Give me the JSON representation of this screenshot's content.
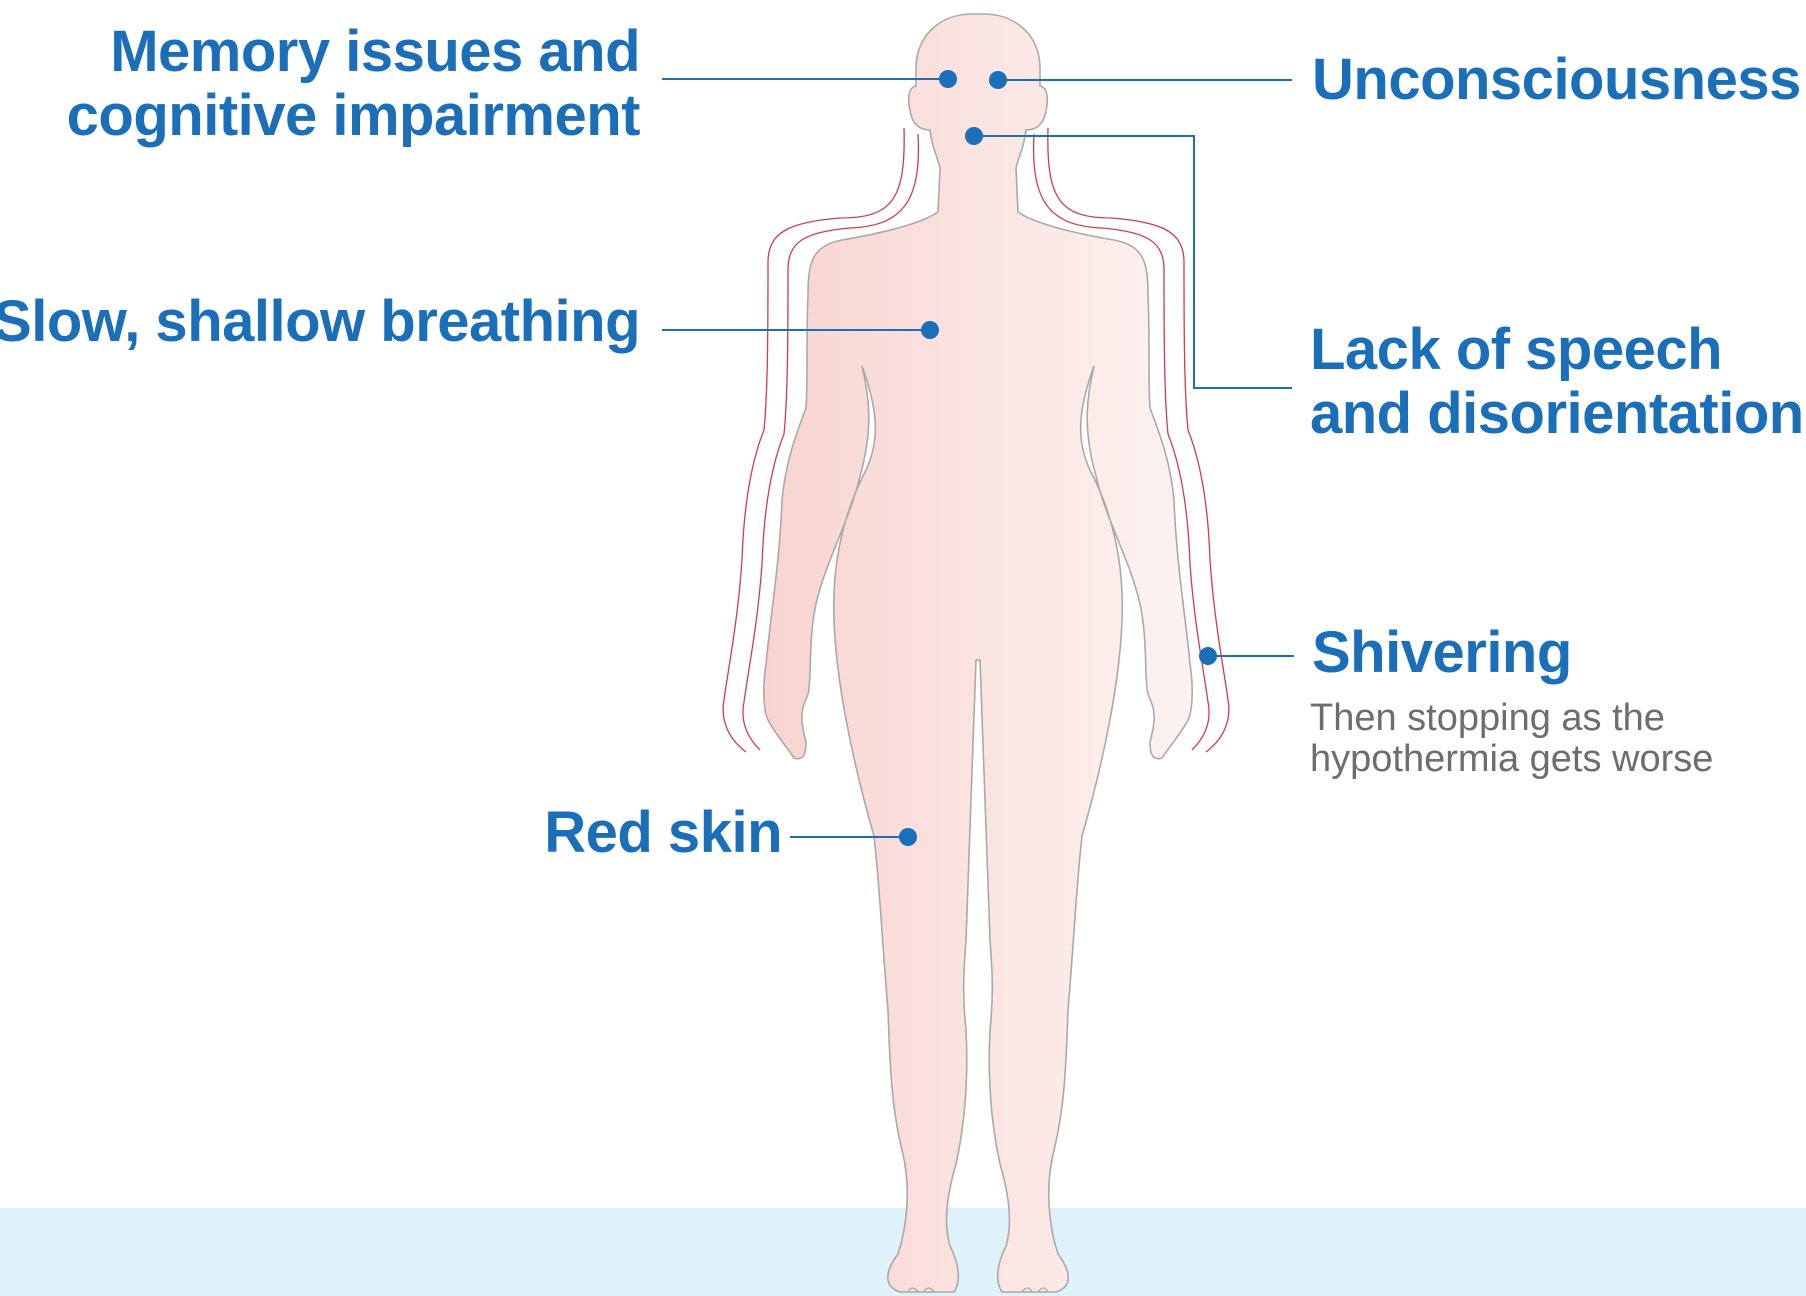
{
  "colors": {
    "accent": "#1a6fb8",
    "dot": "#1a6fb8",
    "leader_line": "#1a6fb8",
    "subtext": "#6d6d6d",
    "body_fill_left": "#f8d4d0",
    "body_fill_right": "#fdf3f1",
    "body_outline": "#a9a9a9",
    "shiver_lines": "#d23c46",
    "ground": "#dff2fa"
  },
  "symptoms": {
    "memory": {
      "line1": "Memory issues and",
      "line2": "cognitive impairment"
    },
    "unconsciousness": {
      "label": "Unconsciousness"
    },
    "breathing": {
      "label": "Slow, shallow breathing"
    },
    "speech": {
      "line1": "Lack of speech",
      "line2": "and disorientation"
    },
    "shivering": {
      "label": "Shivering",
      "note_line1": "Then stopping as the",
      "note_line2": "hypothermia gets worse"
    },
    "red_skin": {
      "label": "Red skin"
    }
  }
}
